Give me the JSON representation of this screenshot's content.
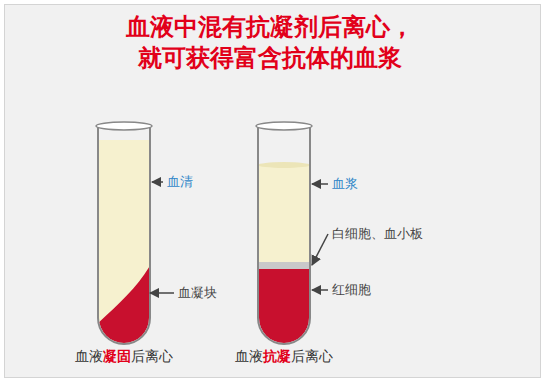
{
  "diagram": {
    "title": "血液中混有抗凝剂后离心， 就可获得富含抗体的血浆",
    "labels": [
      "血清",
      "血凝块",
      "血浆",
      "白细胞、血小板",
      "红细胞",
      "血液",
      "凝固",
      "后离心",
      "血液",
      "抗凝",
      "后离心"
    ]
  }
}
